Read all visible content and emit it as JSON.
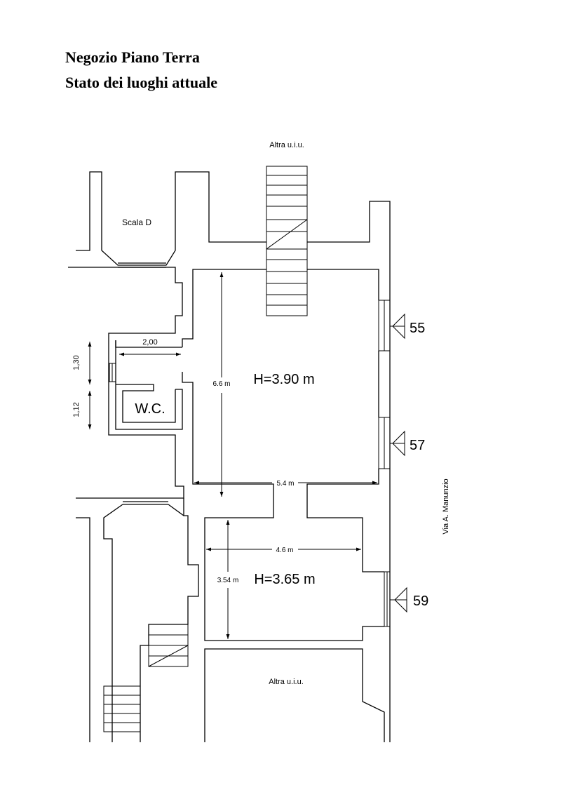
{
  "title": {
    "line1": "Negozio Piano Terra",
    "line2": "Stato dei luoghi attuale"
  },
  "labels": {
    "altra_top": "Altra u.i.u.",
    "altra_bottom": "Altra u.i.u.",
    "scala": "Scala D",
    "wc": "W.C.",
    "street": "Via A. Manunzio"
  },
  "rooms": {
    "main_height": "H=3.90 m",
    "back_height": "H=3.65 m"
  },
  "dimensions": {
    "wc_width": "2,00",
    "wc_side_upper": "1,30",
    "wc_side_lower": "1,12",
    "main_depth": "6.6 m",
    "main_width": "5.4 m",
    "back_width": "4.6 m",
    "back_depth": "3.54 m"
  },
  "markers": {
    "m55": "55",
    "m57": "57",
    "m59": "59"
  },
  "colors": {
    "line": "#000000",
    "background": "#ffffff"
  }
}
